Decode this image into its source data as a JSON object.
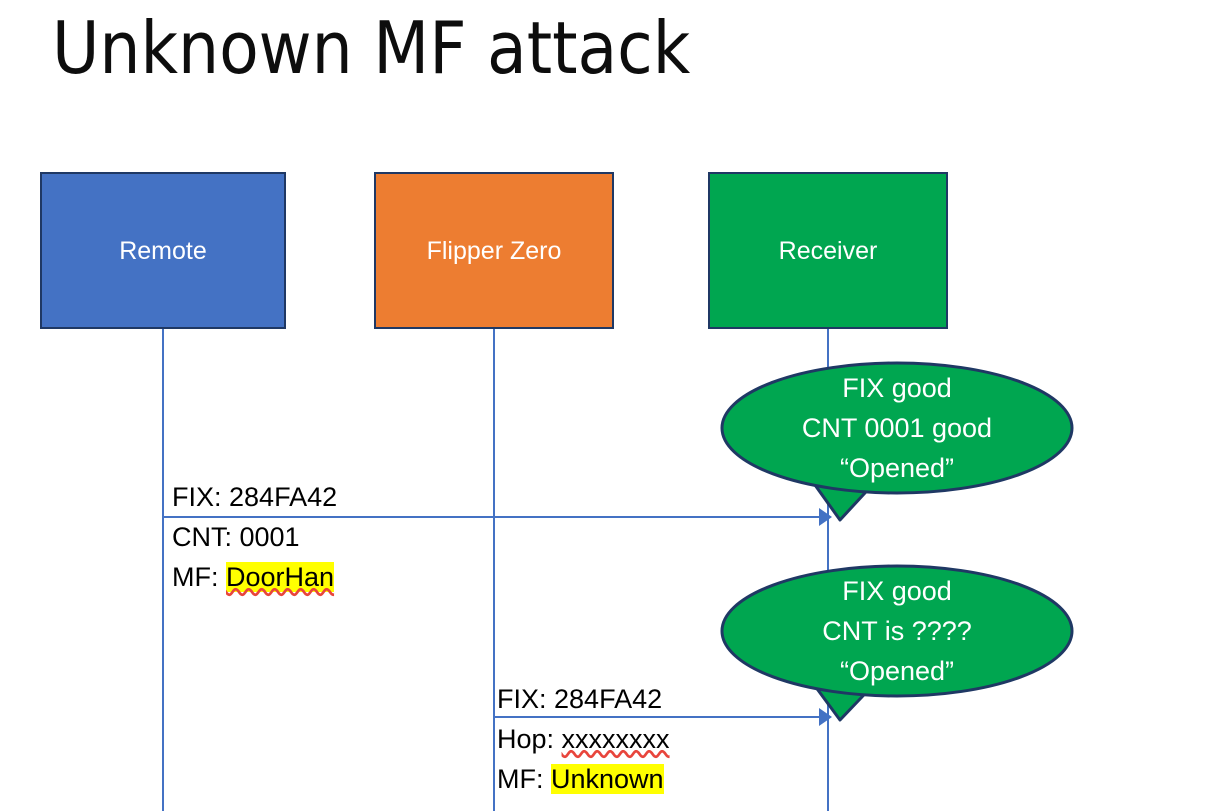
{
  "slide": {
    "title": "Unknown MF attack",
    "background": "#ffffff"
  },
  "colors": {
    "remote_fill": "#4472C4",
    "flipper_fill": "#ED7D31",
    "receiver_fill": "#00A650",
    "box_border": "#1F3864",
    "lifeline": "#4472C4",
    "arrow": "#4472C4",
    "callout_fill": "#00A650",
    "callout_border": "#1F3864",
    "highlight": "#FFFF00",
    "spellcheck_underline": "#E8453C",
    "text": "#000000",
    "box_label_text": "#ffffff"
  },
  "actors": [
    {
      "id": "remote",
      "label": "Remote"
    },
    {
      "id": "flipper",
      "label": "Flipper Zero"
    },
    {
      "id": "receiver",
      "label": "Receiver"
    }
  ],
  "messages": [
    {
      "id": "msg1",
      "from": "remote",
      "to": "receiver",
      "lines": [
        {
          "label": "FIX: ",
          "value": "284FA42",
          "highlight": false,
          "spellcheck": false
        },
        {
          "label": "CNT: ",
          "value": "0001",
          "highlight": false,
          "spellcheck": false
        },
        {
          "label": "MF: ",
          "value": "DoorHan",
          "highlight": true,
          "spellcheck": true
        }
      ]
    },
    {
      "id": "msg2",
      "from": "flipper",
      "to": "receiver",
      "lines": [
        {
          "label": "FIX: ",
          "value": "284FA42",
          "highlight": false,
          "spellcheck": false
        },
        {
          "label": "Hop: ",
          "value": "xxxxxxxx",
          "highlight": false,
          "spellcheck": true
        },
        {
          "label": "MF: ",
          "value": "Unknown",
          "highlight": true,
          "spellcheck": false
        }
      ]
    }
  ],
  "callouts": [
    {
      "id": "callout1",
      "anchor": "msg1",
      "lines": [
        "FIX good",
        "CNT 0001 good",
        "“Opened”"
      ]
    },
    {
      "id": "callout2",
      "anchor": "msg2",
      "lines": [
        "FIX good",
        "CNT is ????",
        "“Opened”"
      ]
    }
  ]
}
